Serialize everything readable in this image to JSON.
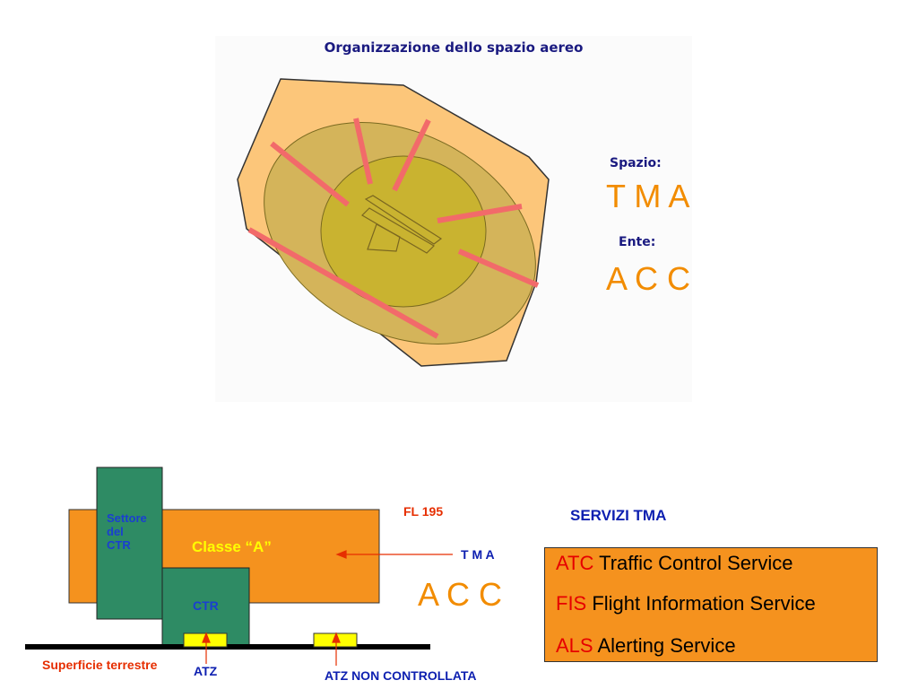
{
  "top_title": "Organizzazione dello spazio aereo",
  "spazio_label": "Spazio:",
  "spazio_value": "T M A",
  "ente_label": "Ente:",
  "ente_value": "A C C",
  "section": {
    "settore_line1": "Settore",
    "settore_line2": "del",
    "settore_line3": "CTR",
    "classe": "Classe “A”",
    "ctr": "CTR",
    "fl": "FL 195",
    "tma": "T M A",
    "acc": "A C C",
    "superficie": "Superficie terrestre",
    "atz": "ATZ",
    "atz_non": "ATZ NON CONTROLLATA"
  },
  "services": {
    "title": "SERVIZI TMA",
    "items": [
      {
        "code": "ATC",
        "text": " Traffic Control Service"
      },
      {
        "code": "FIS",
        "text": " Flight Information  Service"
      },
      {
        "code": "ALS",
        "text": " Alerting Service"
      }
    ]
  },
  "colors": {
    "orange": "#f5921e",
    "green": "#2e8b64",
    "yellow": "#ffff00",
    "navy": "#1a1a80",
    "red": "#e60000"
  }
}
